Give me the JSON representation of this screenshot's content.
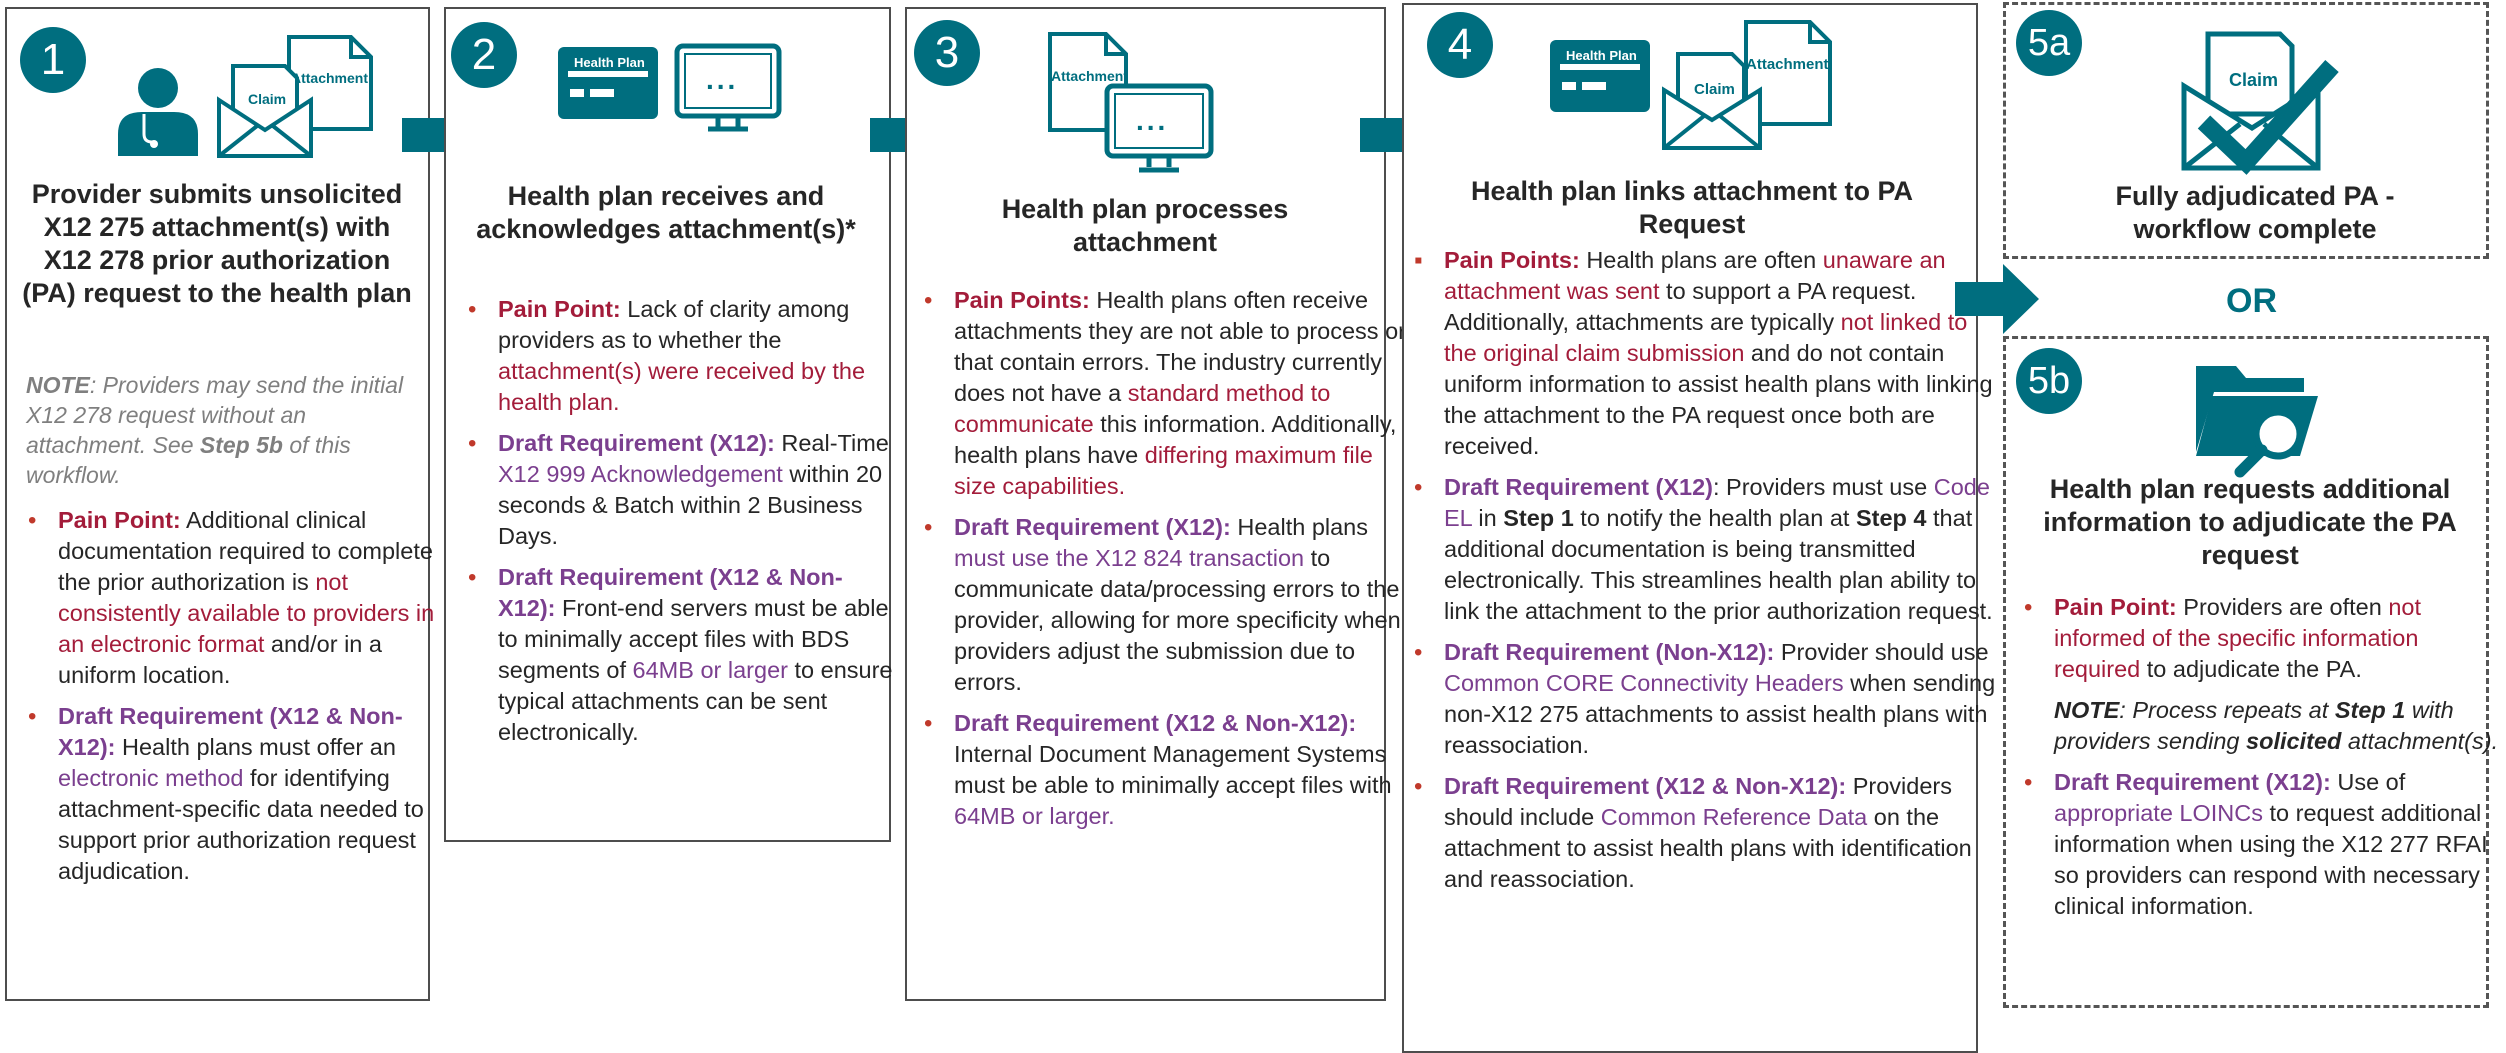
{
  "colors": {
    "teal": "#006e7f",
    "pain_red": "#a31c3a",
    "req_purple": "#7b3f8f",
    "border": "#4d4d4d"
  },
  "step1": {
    "num": "1",
    "title": "Provider submits unsolicited X12 275 attachment(s) with X12 278 prior authorization (PA) request to the health plan",
    "icons": {
      "claim": "Claim",
      "attachment": "Attachment"
    },
    "note_label": "NOTE",
    "note_a": ": Providers may send the initial X12 278 request without an attachment. See ",
    "note_step": "Step 5b",
    "note_b": " of this workflow.",
    "pp_label": "Pain Point:",
    "pp_a": " Additional clinical documentation required to complete the prior authorization is ",
    "pp_red": "not consistently available to providers in an electronic format",
    "pp_b": " and/or in a uniform location.",
    "dr_label": "Draft Requirement (X12 & Non-X12):",
    "dr_a": " Health plans must offer an ",
    "dr_pur": "electronic method",
    "dr_b": " for identifying attachment-specific data needed to support prior authorization request adjudication."
  },
  "step2": {
    "num": "2",
    "title": "Health plan receives and acknowledges attachment(s)*",
    "icons": {
      "health_plan": "Health Plan",
      "dots": "..."
    },
    "pp_label": "Pain Point:",
    "pp_a": " Lack of clarity among providers as to whether the ",
    "pp_red": "attachment(s) were received by the health plan.",
    "dr1_label": "Draft Requirement (X12):",
    "dr1_a": " Real-Time ",
    "dr1_pur": "X12 999 Acknowledgement",
    "dr1_b": " within 20 seconds & Batch within 2 Business Days.",
    "dr2_label": "Draft Requirement (X12 & Non-X12):",
    "dr2_a": " Front-end servers must be able to minimally accept files with BDS segments of ",
    "dr2_pur": "64MB or larger",
    "dr2_b": " to ensure typical attachments can be sent electronically."
  },
  "step3": {
    "num": "3",
    "title": "Health plan processes attachment",
    "icons": {
      "attachment": "Attachment",
      "dots": "..."
    },
    "pp_label": "Pain Points:",
    "pp_a": " Health plans often receive attachments they are not able to process or that contain errors. The industry currently does not have a ",
    "pp_red1": "standard method to communicate",
    "pp_b": " this information. Additionally, health plans have ",
    "pp_red2": "differing maximum file size capabilities.",
    "dr1_label": "Draft Requirement (X12):",
    "dr1_a": " Health plans ",
    "dr1_pur": "must use the X12 824 transaction",
    "dr1_b": " to communicate data/processing errors to the provider, allowing for more specificity when providers adjust the submission due to errors.",
    "dr2_label": "Draft Requirement (X12 & Non-X12):",
    "dr2_a": " Internal Document Management Systems must be able to minimally accept files with ",
    "dr2_pur": "64MB or larger."
  },
  "step4": {
    "num": "4",
    "title": "Health plan links attachment to PA Request",
    "icons": {
      "health_plan": "Health Plan",
      "claim": "Claim",
      "attachment": "Attachment"
    },
    "pp_label": "Pain Points:",
    "pp_a": " Health plans are often ",
    "pp_red1": "unaware an attachment was sent",
    "pp_b": " to support a PA request. Additionally, attachments are typically ",
    "pp_red2": "not linked to the original claim submission",
    "pp_c": " and do not contain uniform information to assist health plans with linking the attachment to the PA request once both are received.",
    "dr1_label": "Draft Requirement (X12)",
    "dr1_a": ": Providers must use ",
    "dr1_pur": "Code EL",
    "dr1_b": " in ",
    "dr1_step1": "Step 1",
    "dr1_c": " to notify the health plan at ",
    "dr1_step4": "Step 4",
    "dr1_d": " that additional documentation is being transmitted electronically. This streamlines health plan ability to link the attachment to the prior authorization request.",
    "dr2_label": "Draft Requirement (Non-X12):",
    "dr2_a": " Provider should use ",
    "dr2_pur": "Common CORE Connectivity Headers",
    "dr2_b": " when sending non-X12 275 attachments to assist health plans with reassociation.",
    "dr3_label": "Draft Requirement (X12 & Non-X12):",
    "dr3_a": " Providers should include ",
    "dr3_pur": "Common Reference Data",
    "dr3_b": " on the attachment to assist health plans with identification and reassociation."
  },
  "step5a": {
    "num": "5a",
    "title": "Fully adjudicated PA - workflow complete",
    "icons": {
      "claim": "Claim"
    }
  },
  "or_label": "OR",
  "step5b": {
    "num": "5b",
    "title": "Health plan requests additional information to adjudicate the PA request",
    "pp_label": "Pain Point:",
    "pp_a": " Providers are often ",
    "pp_red": "not informed of the specific information required",
    "pp_b": " to adjudicate the PA.",
    "note_label": "NOTE",
    "note_a": ": Process repeats at ",
    "note_step": "Step 1",
    "note_b": " with providers sending ",
    "note_sol": "solicited",
    "note_c": " attachment(s).",
    "dr_label": "Draft Requirement (X12):",
    "dr_a": " Use of ",
    "dr_pur": "appropriate LOINCs",
    "dr_b": " to request additional information when using the X12 277 RFAI so providers can respond with necessary clinical information."
  }
}
